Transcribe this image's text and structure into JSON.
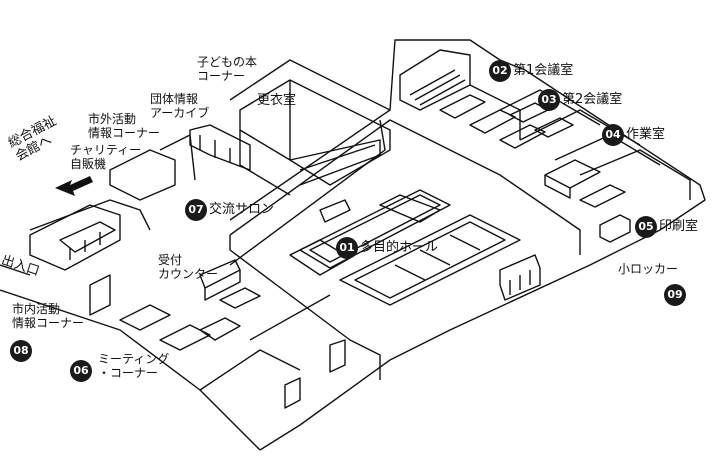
{
  "rooms": [
    {
      "num": "01",
      "name": "多目的ホール"
    },
    {
      "num": "02",
      "name": "第1会議室"
    },
    {
      "num": "03",
      "name": "第2会議室"
    },
    {
      "num": "04",
      "name": "作業室"
    },
    {
      "num": "05",
      "name": "印刷室"
    },
    {
      "num": "06",
      "name": "ミーティング\n・コーナー"
    },
    {
      "num": "07",
      "name": "交流サロン"
    },
    {
      "num": "08",
      "name": "市内活動\n情報コーナー"
    },
    {
      "num": "09",
      "name": "小ロッカー"
    }
  ],
  "labels": {
    "kids_books": "子どもの本\nコーナー",
    "changing_room": "更衣室",
    "group_archive": "団体情報\nアーカイブ",
    "outside_info": "市外活動\n情報コーナー",
    "charity_vending": "チャリティー\n自販機",
    "welfare_hall": "総合福祉\n会館へ",
    "entrance": "出入口",
    "reception": "受付\nカウンター"
  },
  "colors": {
    "badge": "#1a1a1a",
    "line": "#111111",
    "background": "#ffffff"
  }
}
